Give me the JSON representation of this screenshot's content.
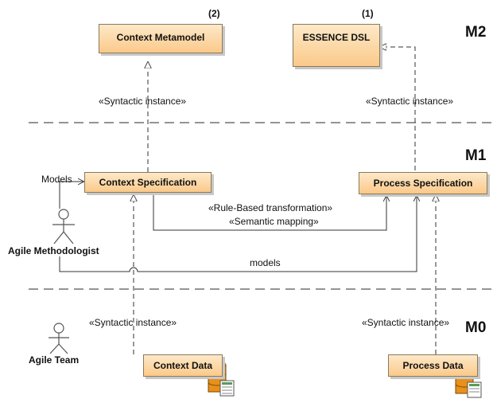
{
  "levels": {
    "m2": "M2",
    "m1": "M1",
    "m0": "M0"
  },
  "numbers": {
    "context_metamodel": "(2)",
    "essence_dsl": "(1)"
  },
  "boxes": {
    "context_metamodel": "Context Metamodel",
    "essence_dsl": "ESSENCE DSL",
    "context_specification": "Context Specification",
    "process_specification": "Process Specification",
    "context_data": "Context Data",
    "process_data": "Process Data"
  },
  "actors": {
    "agile_methodologist": "Agile Methodologist",
    "agile_team": "Agile Team"
  },
  "labels": {
    "syntactic_instance_m2_left": "«Syntactic instance»",
    "syntactic_instance_m2_right": "«Syntactic instance»",
    "models_top": "Models",
    "rule_based": "«Rule-Based transformation»",
    "semantic_mapping": "«Semantic mapping»",
    "models_bottom": "models",
    "syntactic_instance_m0_left": "«Syntactic instance»",
    "syntactic_instance_m0_right": "«Syntactic instance»"
  },
  "colors": {
    "box_fill_top": "#fde9c8",
    "box_fill_bottom": "#fbc98a",
    "database_orange": "#f0a020"
  }
}
